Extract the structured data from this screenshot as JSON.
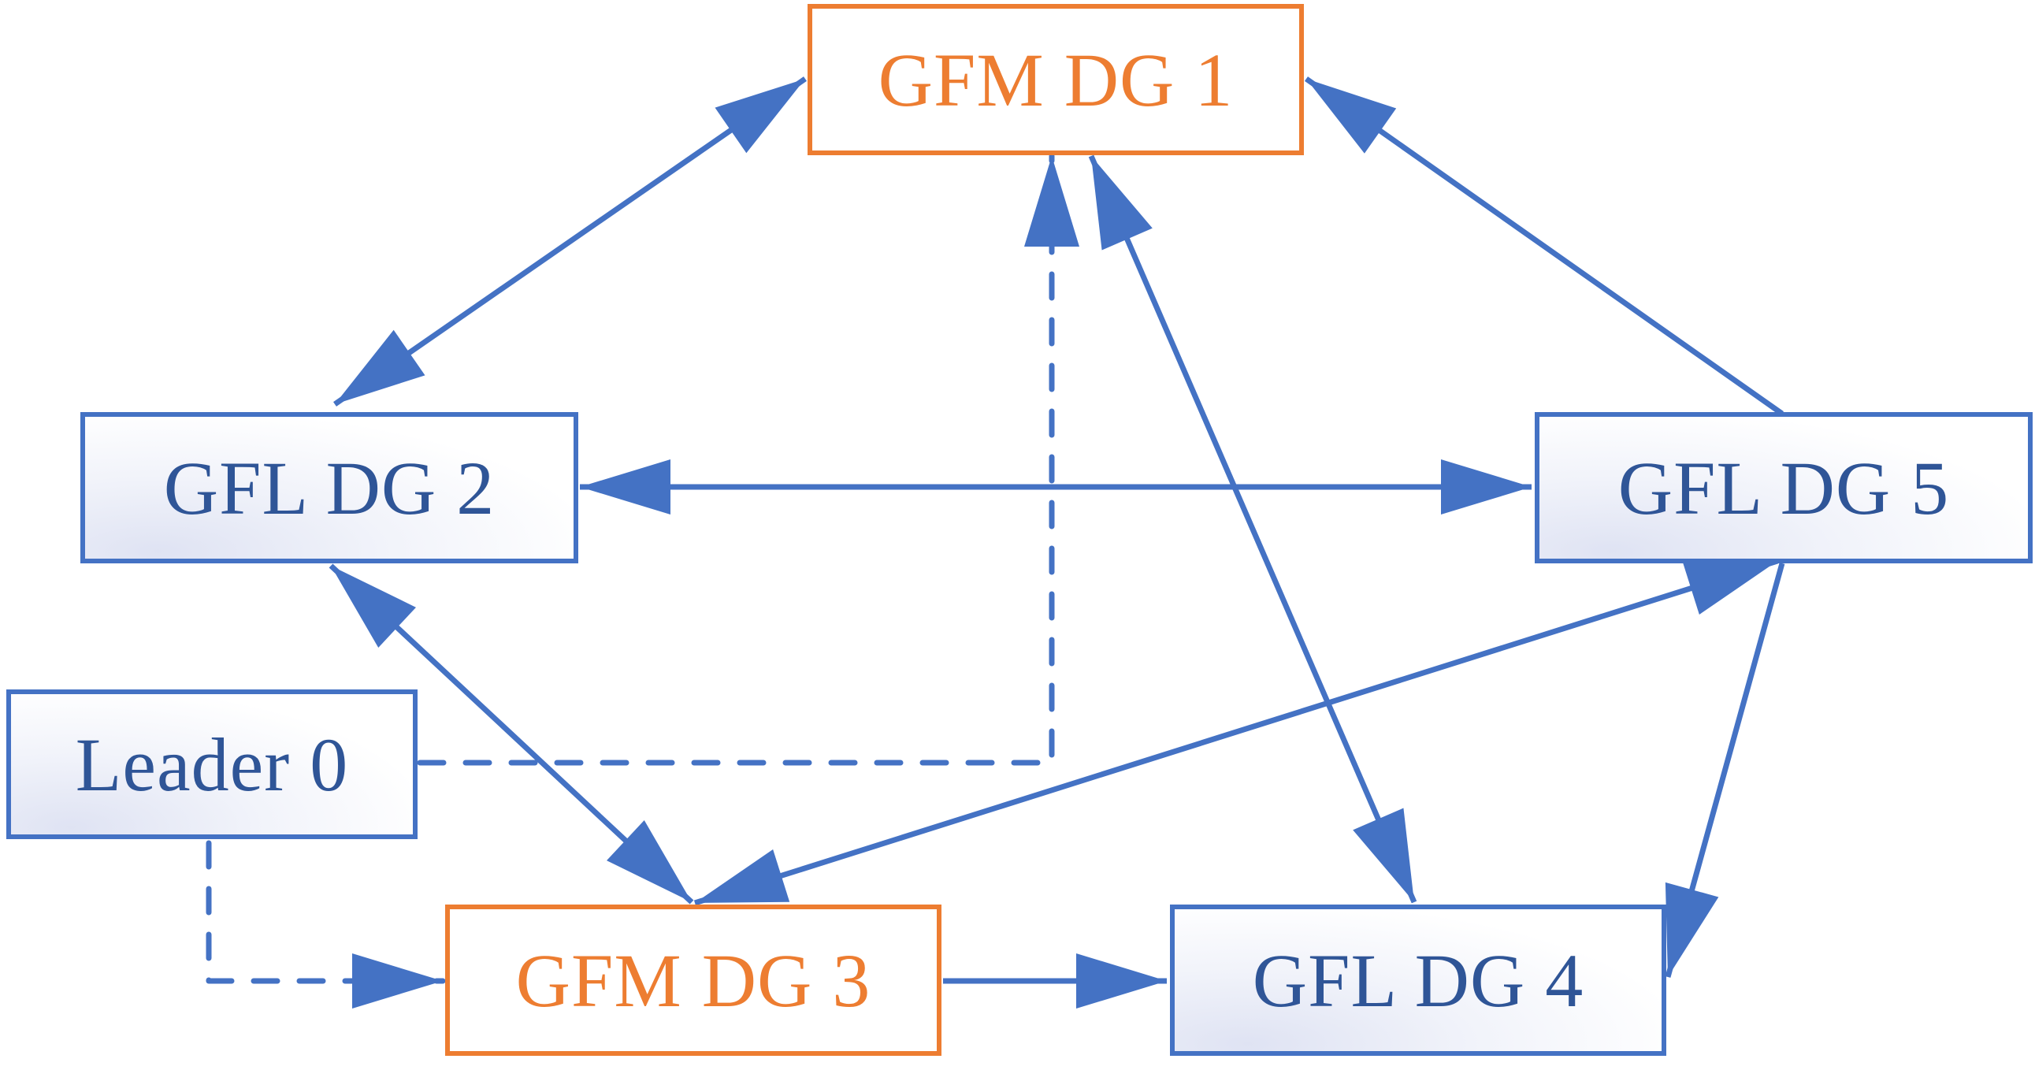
{
  "nodes": {
    "gfm_dg_1": {
      "label": "GFM DG 1"
    },
    "gfl_dg_2": {
      "label": "GFL DG 2"
    },
    "gfm_dg_3": {
      "label": "GFM DG 3"
    },
    "gfl_dg_4": {
      "label": "GFL DG 4"
    },
    "gfl_dg_5": {
      "label": "GFL DG 5"
    },
    "leader_0": {
      "label": "Leader 0"
    }
  },
  "edges": [
    {
      "from": "GFM DG 1",
      "to": "GFL DG 2",
      "style": "solid",
      "direction": "both"
    },
    {
      "from": "GFL DG 5",
      "to": "GFM DG 1",
      "style": "solid",
      "direction": "forward"
    },
    {
      "from": "GFM DG 1",
      "to": "GFL DG 4",
      "style": "solid",
      "direction": "both"
    },
    {
      "from": "GFL DG 2",
      "to": "GFL DG 5",
      "style": "solid",
      "direction": "both"
    },
    {
      "from": "GFL DG 2",
      "to": "GFM DG 3",
      "style": "solid",
      "direction": "both"
    },
    {
      "from": "GFM DG 3",
      "to": "GFL DG 5",
      "style": "solid",
      "direction": "both"
    },
    {
      "from": "GFL DG 5",
      "to": "GFL DG 4",
      "style": "solid",
      "direction": "forward"
    },
    {
      "from": "GFM DG 3",
      "to": "GFL DG 4",
      "style": "solid",
      "direction": "forward"
    },
    {
      "from": "Leader 0",
      "to": "GFM DG 1",
      "style": "dashed",
      "direction": "forward"
    },
    {
      "from": "Leader 0",
      "to": "GFM DG 3",
      "style": "dashed",
      "direction": "forward"
    }
  ],
  "colors": {
    "edge": "#4472C4",
    "gfm_border": "#ED7D31",
    "gfm_text": "#ED7D31",
    "gfl_border": "#4472C4",
    "gfl_text": "#2F5597"
  }
}
